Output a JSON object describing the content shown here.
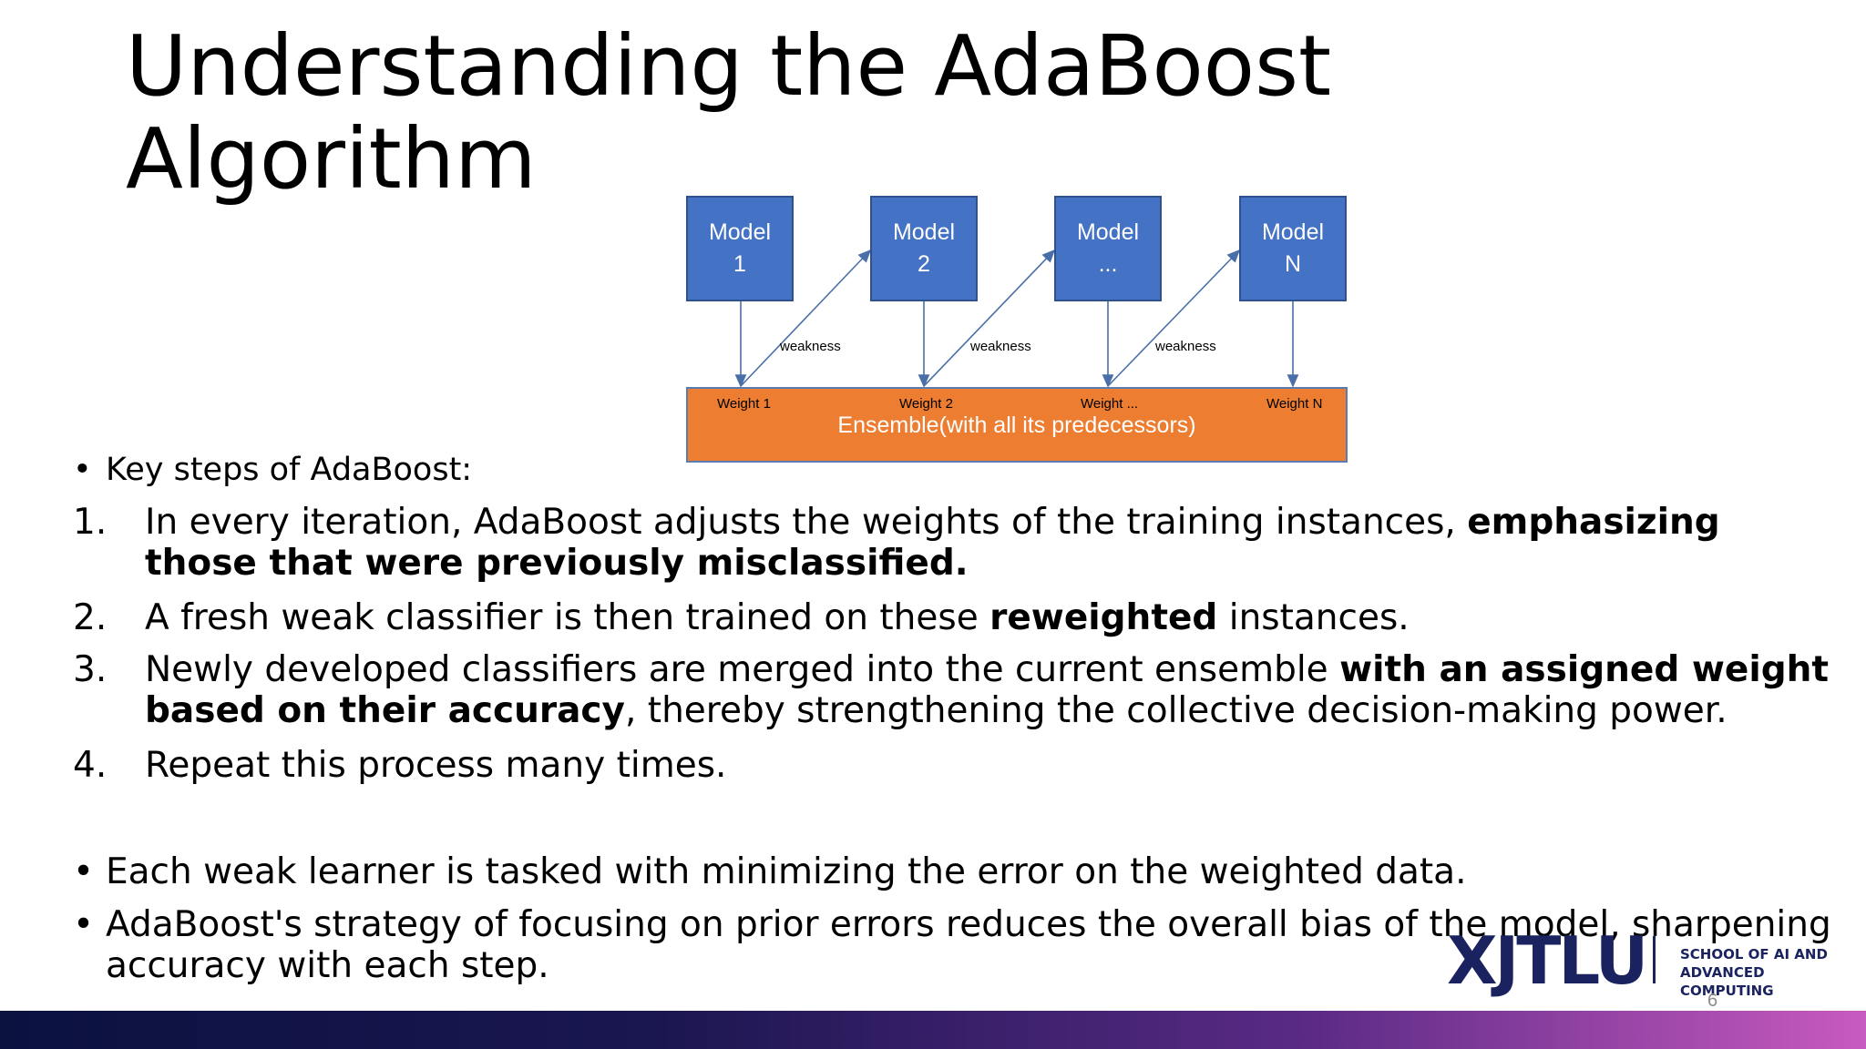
{
  "slide": {
    "title_line1": "Understanding the AdaBoost",
    "title_line2": "Algorithm",
    "page_number": "6"
  },
  "diagram": {
    "models": [
      {
        "line1": "Model",
        "line2": "1"
      },
      {
        "line1": "Model",
        "line2": "2"
      },
      {
        "line1": "Model",
        "line2": "..."
      },
      {
        "line1": "Model",
        "line2": "N"
      }
    ],
    "weakness_labels": [
      "weakness",
      "weakness",
      "weakness"
    ],
    "weights": [
      "Weight 1",
      "Weight 2",
      "Weight ...",
      "Weight N"
    ],
    "ensemble_label": "Ensemble(with all its predecessors)",
    "colors": {
      "model_fill": "#4472c4",
      "ensemble_fill": "#ed7d31",
      "arrow": "#4a6fa8"
    }
  },
  "content": {
    "key_steps_heading": "Key steps of AdaBoost:",
    "steps": [
      {
        "num": "1.",
        "text_a": "In every iteration, AdaBoost adjusts the weights of the training instances, ",
        "bold": "emphasizing those that were previously misclassified.",
        "text_b": ""
      },
      {
        "num": "2.",
        "text_a": "A fresh weak classifier is then trained on these ",
        "bold": "reweighted",
        "text_b": " instances."
      },
      {
        "num": "3.",
        "text_a": "Newly developed classifiers are merged into the current ensemble ",
        "bold": "with an assigned weight based on their accuracy",
        "text_b": ", thereby strengthening the collective decision-making power."
      },
      {
        "num": "4.",
        "text_a": "Repeat this process many times.",
        "bold": "",
        "text_b": ""
      }
    ],
    "bullets": [
      "Each weak learner is tasked with minimizing the error on the weighted data.",
      "AdaBoost's strategy of focusing on prior errors reduces the overall bias of the model, sharpening accuracy with each step."
    ],
    "bullet_symbol": "•"
  },
  "logo": {
    "wordmark": "XJTLU",
    "sub_line1": "SCHOOL OF AI AND",
    "sub_line2": "ADVANCED COMPUTING",
    "color": "#1a2260"
  }
}
